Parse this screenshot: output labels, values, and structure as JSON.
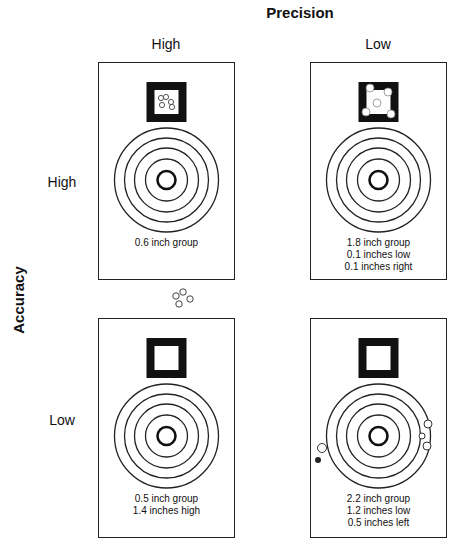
{
  "diagram": {
    "nodes": [
      {
        "text": [
          "0.6 inch group"
        ]
      },
      {
        "text": [
          "1.8 inch group",
          "0.1 inches low",
          "0.1 inches right"
        ]
      },
      {
        "text": [
          "0.5 inch group",
          "1.4 inches high"
        ]
      },
      {
        "text": [
          "2.2 inch group",
          "1.2 inches low",
          "0.5 inches left"
        ]
      }
    ],
    "labels": [
      "Precision",
      "High",
      "Low",
      "Accuracy",
      "High",
      "Low"
    ]
  }
}
